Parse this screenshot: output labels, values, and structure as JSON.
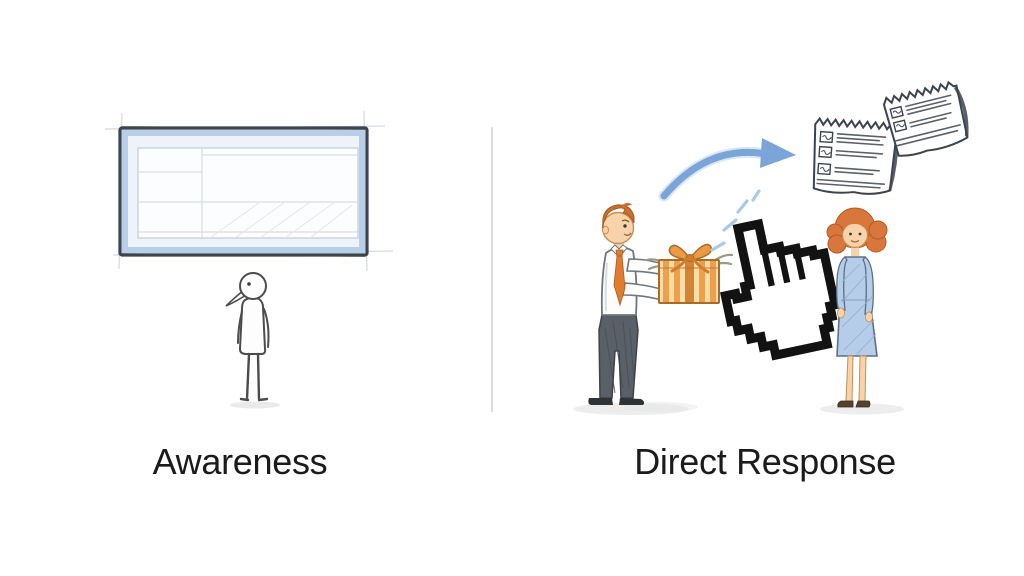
{
  "left_panel": {
    "label": "Awareness",
    "illustration": [
      "billboard-sketch",
      "viewer-stick-figure"
    ]
  },
  "right_panel": {
    "label": "Direct Response",
    "illustration": [
      "man-giving-gift",
      "gift-box",
      "click-sparkles",
      "cursor-hand",
      "conversion-arrow",
      "receipt-documents",
      "customer-woman"
    ]
  },
  "colors": {
    "background": "#fdfdfd",
    "divider": "#dcdcdc",
    "label_text": "#1b1b1b",
    "sketch_ink": "#3c444d",
    "billboard_blue": "#b7cfe9",
    "wireframe_gray": "#d8dde2",
    "arrow_blue": "#7aa5d9",
    "sparkle_blue": "#a9c9e9",
    "gift_orange": "#ec9a43",
    "gift_cream": "#f9dca6",
    "ribbon_orange": "#d27c2c",
    "hair_man": "#c9702f",
    "hair_woman": "#d9763b",
    "skin": "#f8d2ab",
    "tie_orange": "#e07c30",
    "pants_gray": "#5a6067",
    "dress_blue": "#b5cde8",
    "cursor_black": "#121212",
    "shadow_gray": "#e5e5e5"
  }
}
